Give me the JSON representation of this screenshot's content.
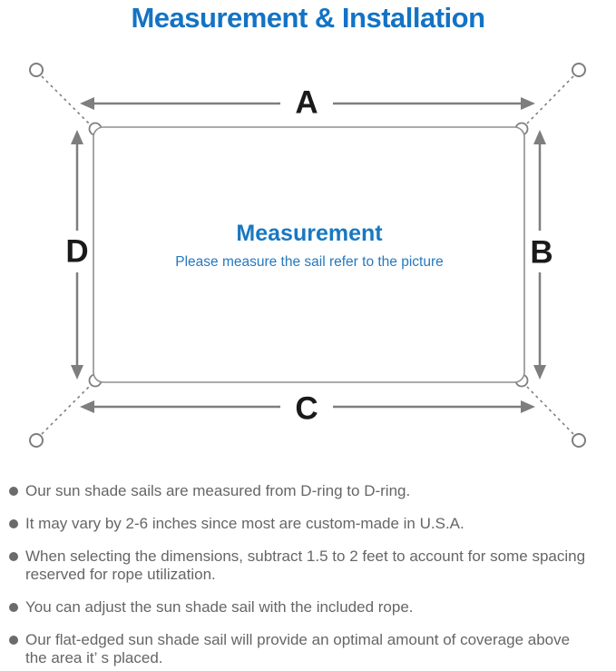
{
  "title": "Measurement & Installation",
  "diagram": {
    "labels": {
      "top": "A",
      "right": "B",
      "bottom": "C",
      "left": "D"
    },
    "center": {
      "heading": "Measurement",
      "subheading": "Please measure the sail refer to the picture"
    }
  },
  "notes": [
    [
      "Our sun shade sails are measured from D-ring to D-ring."
    ],
    [
      "It may vary by 2-6 inches since most are custom-made in U.S.A."
    ],
    [
      "When selecting the dimensions, subtract 1.5 to 2 feet to account for some spacing",
      "reserved for rope utilization."
    ],
    [
      "You can adjust the sun shade sail with the included rope."
    ],
    [
      "Our flat-edged sun shade sail will provide an optimal amount of coverage above",
      "the area it’ s placed."
    ]
  ],
  "colors": {
    "accent_blue": "#1373c5",
    "subtitle_blue": "#2579bf",
    "diagram_gray": "#7e7e7e",
    "rect_border_gray": "#8f8f8f",
    "label_black": "#1a1a1a",
    "note_gray": "#666666",
    "bullet_gray": "#6b6b6b"
  }
}
